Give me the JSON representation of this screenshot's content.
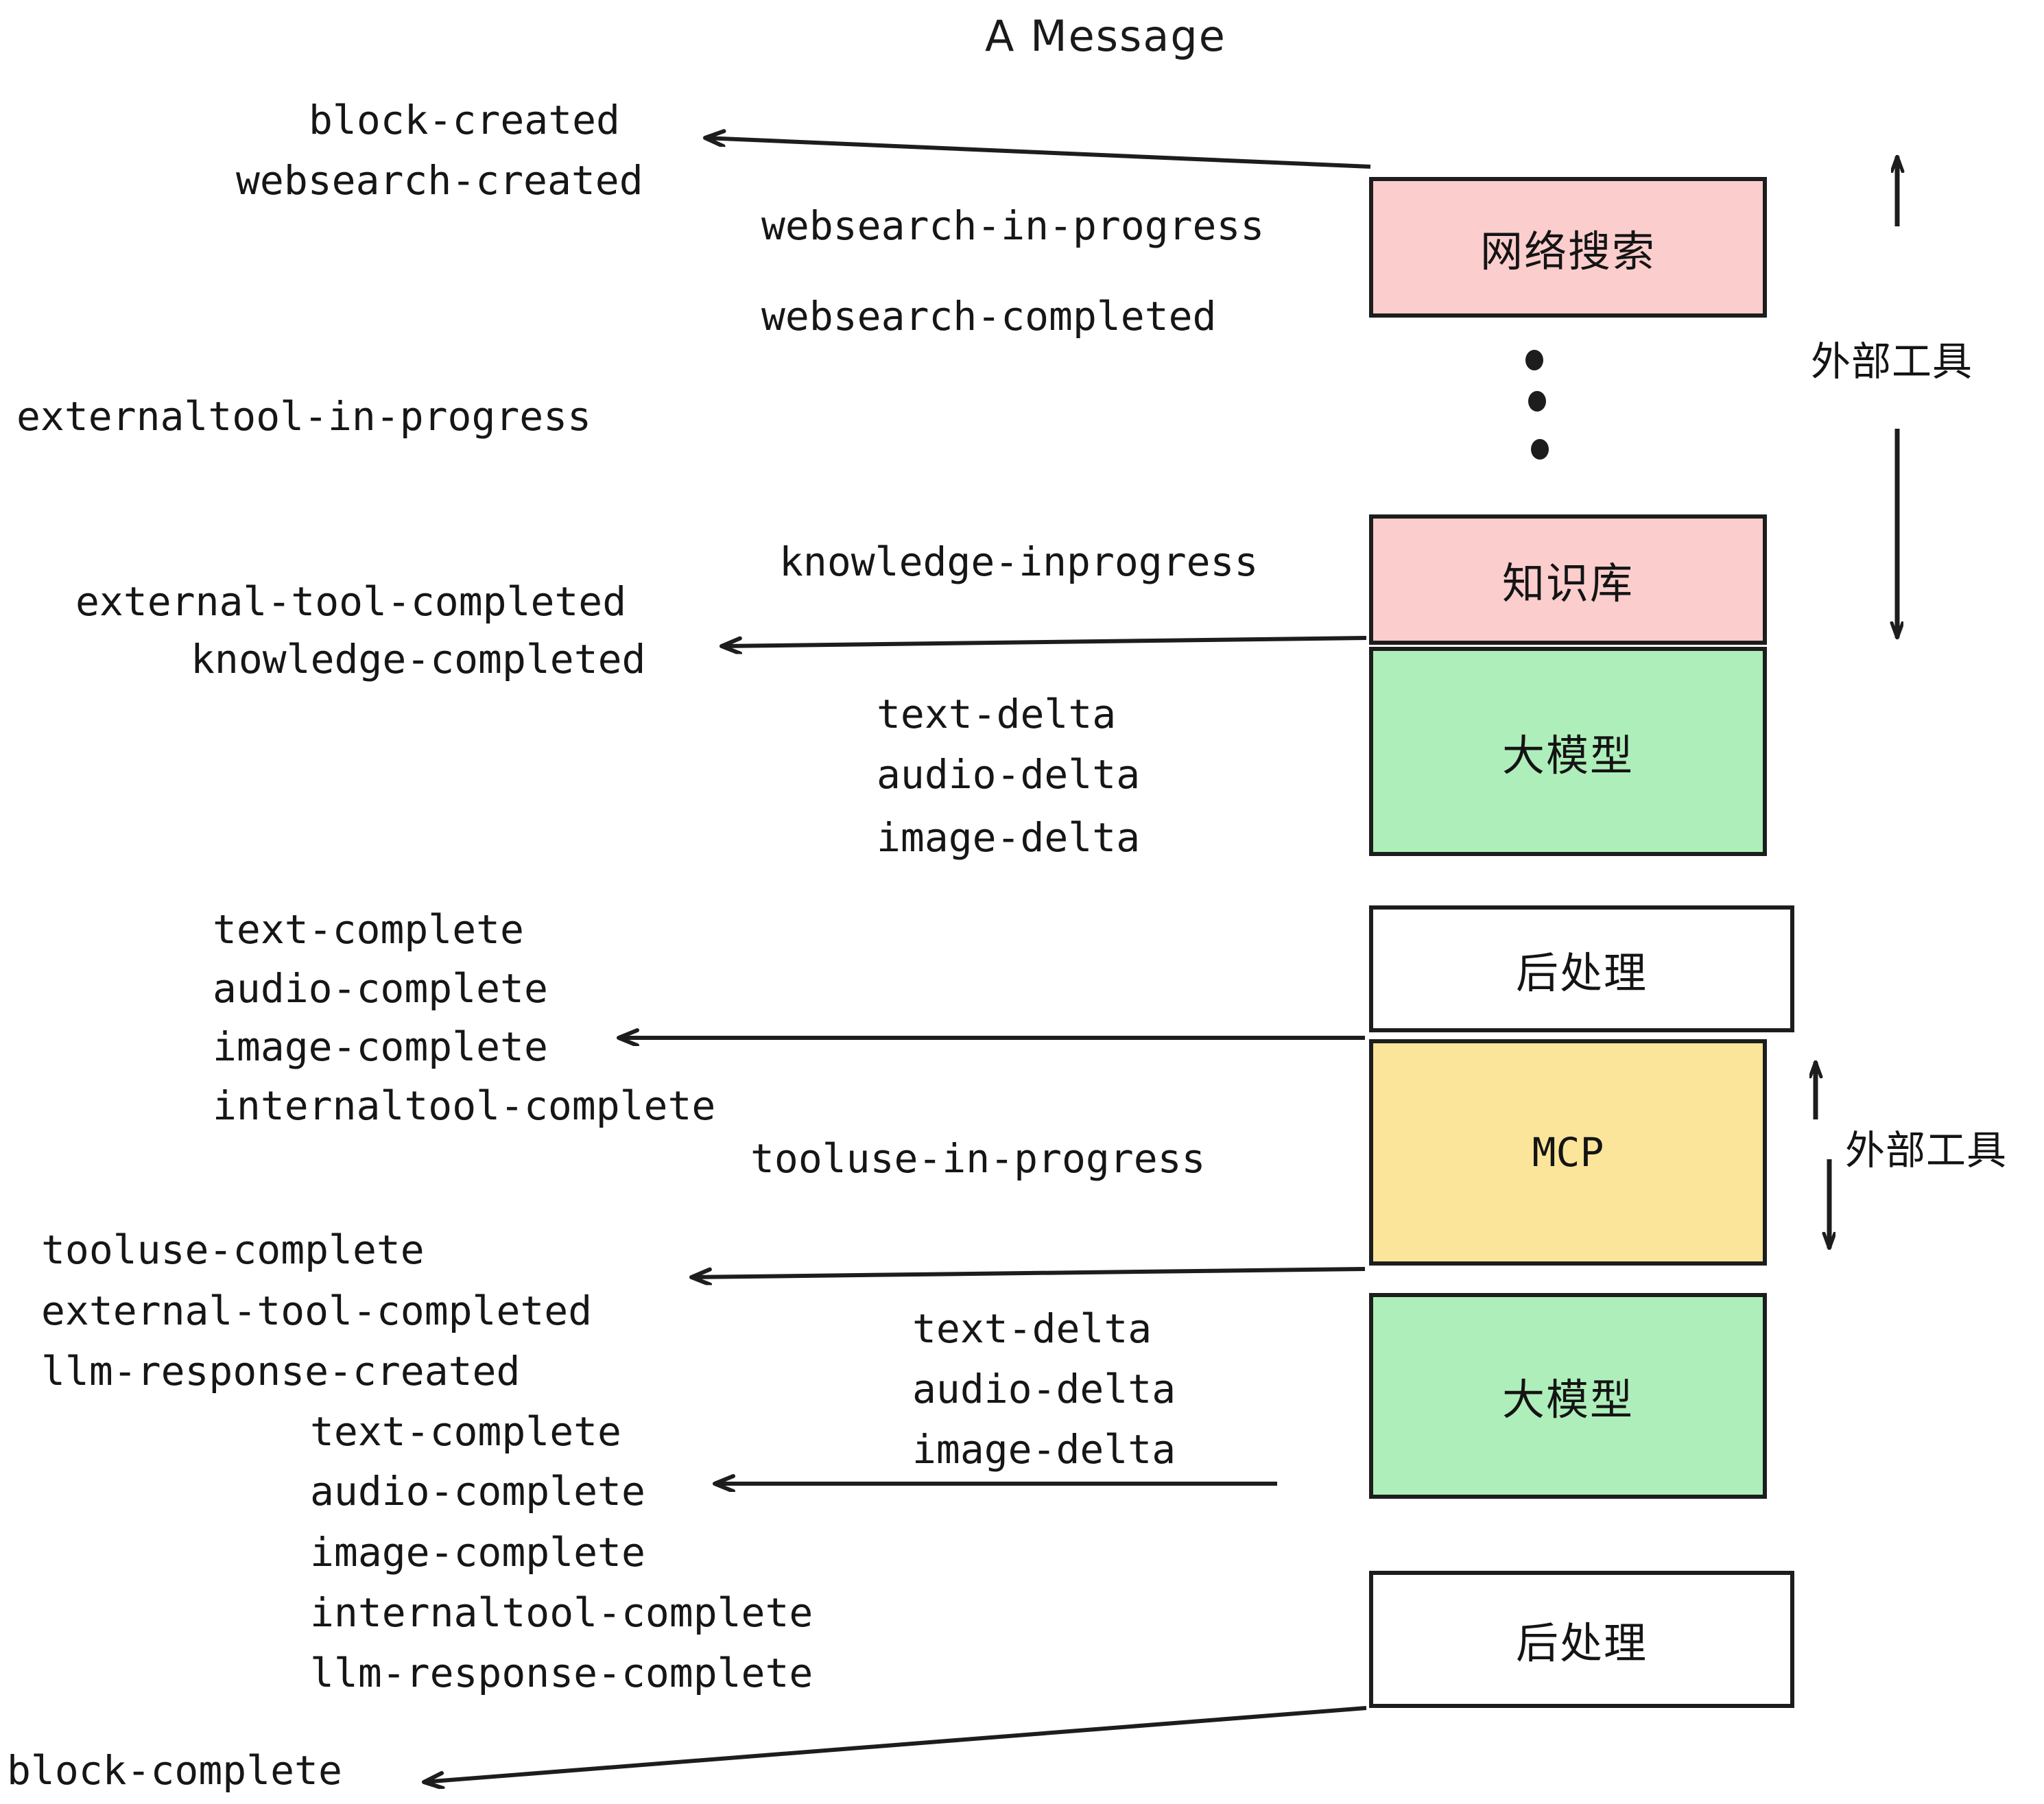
{
  "diagram": {
    "title": "A Message",
    "background": "#ffffff",
    "stroke_color": "#1d1d1d",
    "colors": {
      "pink": "#fbcdcd",
      "green": "#aeeeba",
      "yellow": "#fbe59a",
      "white": "#ffffff",
      "line": "#1d1d1d",
      "text": "#141414"
    },
    "nodes": [
      {
        "id": "websearch",
        "label": "网络搜索",
        "fill": "#fbcdcd"
      },
      {
        "id": "knowledge",
        "label": "知识库",
        "fill": "#fbcdcd"
      },
      {
        "id": "llm1",
        "label": "大模型",
        "fill": "#aeeeba"
      },
      {
        "id": "post1",
        "label": "后处理",
        "fill": "#ffffff"
      },
      {
        "id": "mcp",
        "label": "MCP",
        "fill": "#fbe59a"
      },
      {
        "id": "llm2",
        "label": "大模型",
        "fill": "#aeeeba"
      },
      {
        "id": "post2",
        "label": "后处理",
        "fill": "#ffffff"
      }
    ],
    "side_labels": [
      {
        "id": "external-tools-top",
        "text": "外部工具"
      },
      {
        "id": "external-tools-mcp",
        "text": "外部工具"
      }
    ],
    "events": {
      "block_created": "block-created",
      "websearch_created": "websearch-created",
      "websearch_in_progress": "websearch-in-progress",
      "websearch_completed": "websearch-completed",
      "externaltool_in_progress": "externaltool-in-progress",
      "knowledge_inprogress": "knowledge-inprogress",
      "external_tool_completed_1": "external-tool-completed",
      "knowledge_completed": "knowledge-completed",
      "text_delta_1": "text-delta",
      "audio_delta_1": "audio-delta",
      "image_delta_1": "image-delta",
      "text_complete_1": "text-complete",
      "audio_complete_1": "audio-complete",
      "image_complete_1": "image-complete",
      "internaltool_complete_1": "internaltool-complete",
      "tooluse_in_progress": "tooluse-in-progress",
      "tooluse_complete": "tooluse-complete",
      "external_tool_completed_2": "external-tool-completed",
      "llm_response_created": "llm-response-created",
      "text_delta_2": "text-delta",
      "audio_delta_2": "audio-delta",
      "image_delta_2": "image-delta",
      "text_complete_2": "text-complete",
      "audio_complete_2": "audio-complete",
      "image_complete_2": "image-complete",
      "internaltool_complete_2": "internaltool-complete",
      "llm_response_complete": "llm-response-complete",
      "block_complete": "block-complete"
    }
  }
}
